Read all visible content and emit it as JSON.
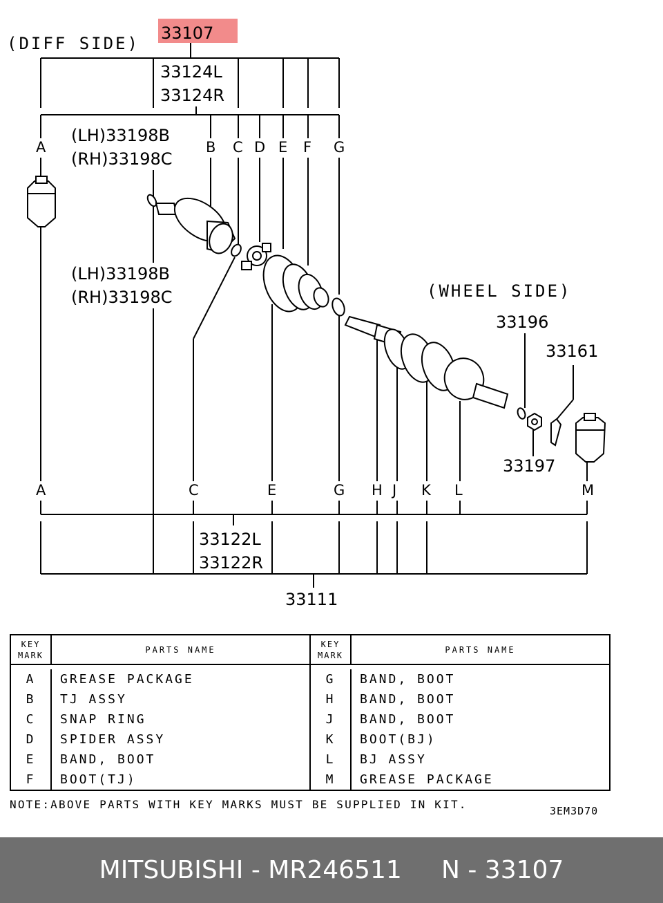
{
  "diagram": {
    "diff_side": "(DIFF SIDE)",
    "wheel_side": "(WHEEL SIDE)",
    "main_part": "33107",
    "highlight_color": "#f28b8b",
    "labels": {
      "p33124l": "33124L",
      "p33124r": "33124R",
      "lh_upper": "(LH)33198B",
      "rh_upper": "(RH)33198C",
      "lh_lower": "(LH)33198B",
      "rh_lower": "(RH)33198C",
      "p33196": "33196",
      "p33161": "33161",
      "p33197": "33197",
      "p33122l": "33122L",
      "p33122r": "33122R",
      "p33111": "33111"
    },
    "top_letters": [
      "A",
      "B",
      "C",
      "D",
      "E",
      "F",
      "G"
    ],
    "bottom_letters": [
      "A",
      "C",
      "E",
      "G",
      "H",
      "J",
      "K",
      "L",
      "M"
    ]
  },
  "table": {
    "key_header": "KEY MARK",
    "name_header": "PARTS NAME",
    "left": [
      {
        "key": "A",
        "name": "GREASE PACKAGE"
      },
      {
        "key": "B",
        "name": "TJ ASSY"
      },
      {
        "key": "C",
        "name": "SNAP RING"
      },
      {
        "key": "D",
        "name": "SPIDER ASSY"
      },
      {
        "key": "E",
        "name": "BAND, BOOT"
      },
      {
        "key": "F",
        "name": "BOOT(TJ)"
      }
    ],
    "right": [
      {
        "key": "G",
        "name": "BAND, BOOT"
      },
      {
        "key": "H",
        "name": "BAND, BOOT"
      },
      {
        "key": "J",
        "name": "BAND, BOOT"
      },
      {
        "key": "K",
        "name": "BOOT(BJ)"
      },
      {
        "key": "L",
        "name": "BJ ASSY"
      },
      {
        "key": "M",
        "name": "GREASE PACKAGE"
      }
    ]
  },
  "note": "NOTE:ABOVE PARTS WITH KEY MARKS MUST BE SUPPLIED IN KIT.",
  "code": "3EM3D70",
  "footer": "MITSUBISHI - MR246511     N - 33107"
}
